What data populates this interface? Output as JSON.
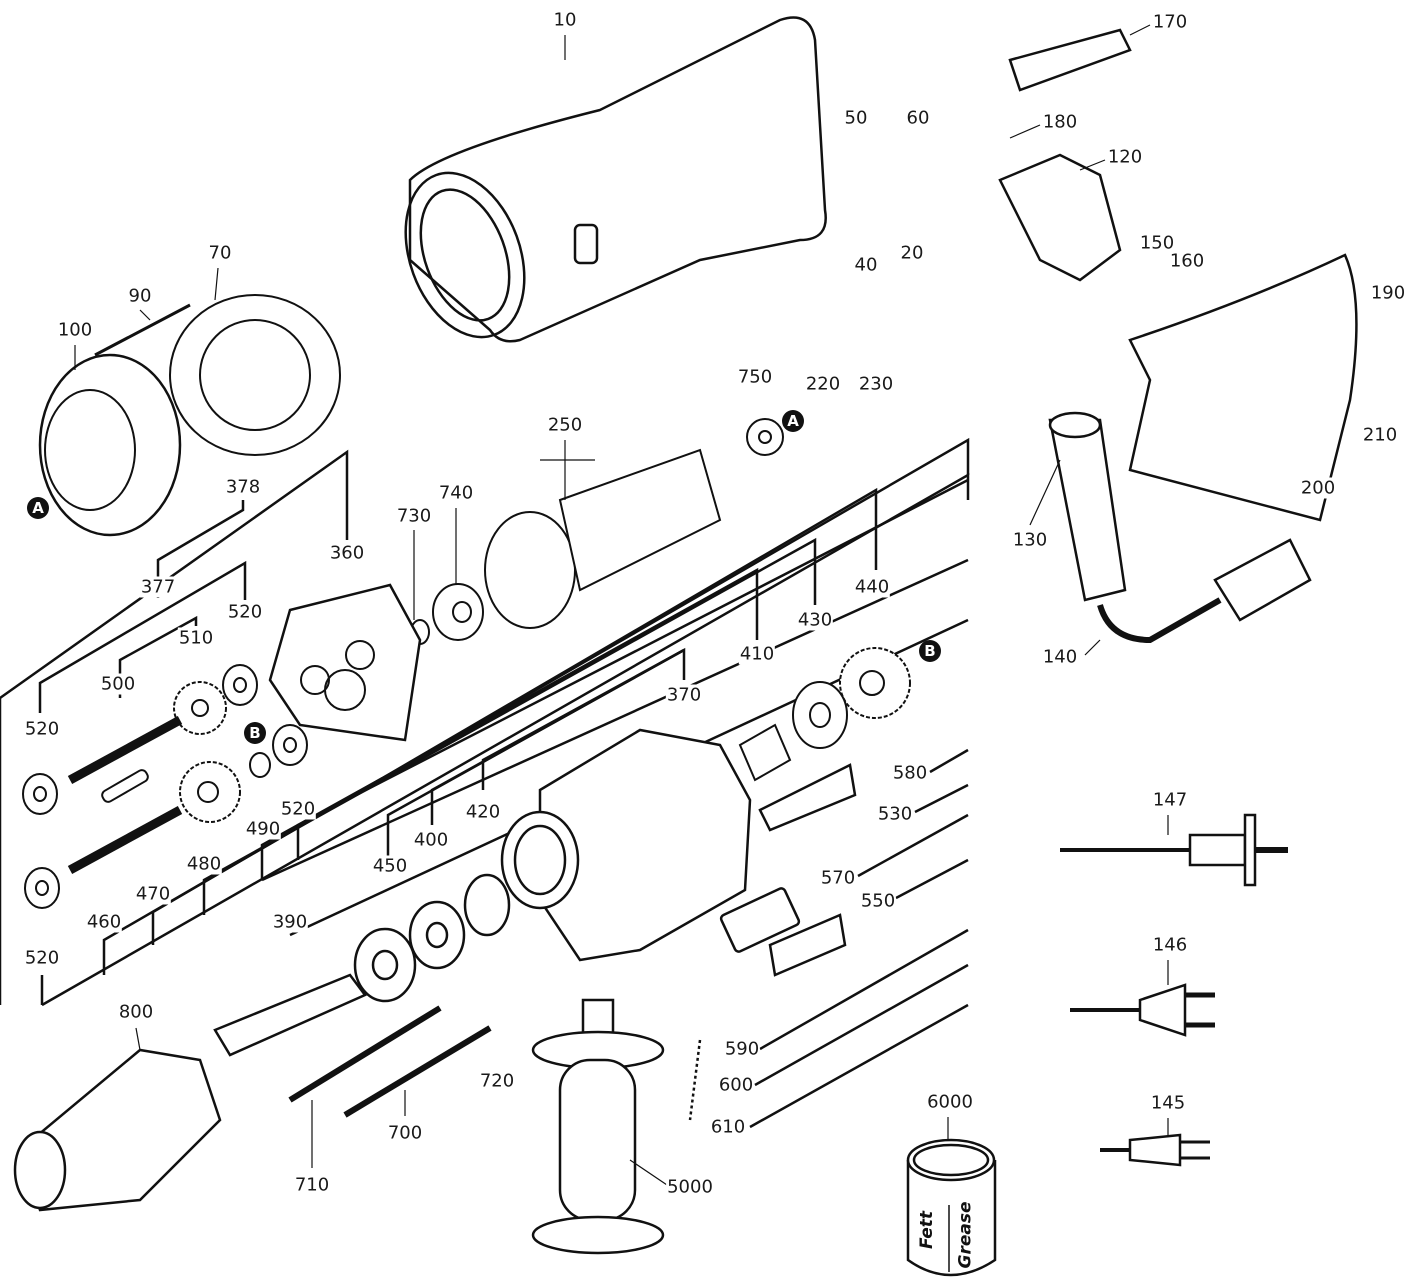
{
  "labels": [
    "10",
    "170",
    "180",
    "120",
    "50",
    "60",
    "20",
    "40",
    "150",
    "160",
    "190",
    "70",
    "90",
    "100",
    "220",
    "230",
    "750",
    "250",
    "378",
    "740",
    "730",
    "360",
    "377",
    "520",
    "510",
    "440",
    "430",
    "410",
    "500",
    "370",
    "520",
    "140",
    "130",
    "210",
    "200",
    "580",
    "530",
    "520",
    "490",
    "420",
    "400",
    "450",
    "480",
    "470",
    "460",
    "390",
    "570",
    "550",
    "520",
    "147",
    "146",
    "145",
    "800",
    "590",
    "720",
    "600",
    "610",
    "700",
    "710",
    "5000",
    "6000"
  ],
  "reference_markers": {
    "a": "A",
    "b": "B"
  },
  "grease_can": {
    "text_1": "Fett",
    "text_2": "Grease"
  }
}
